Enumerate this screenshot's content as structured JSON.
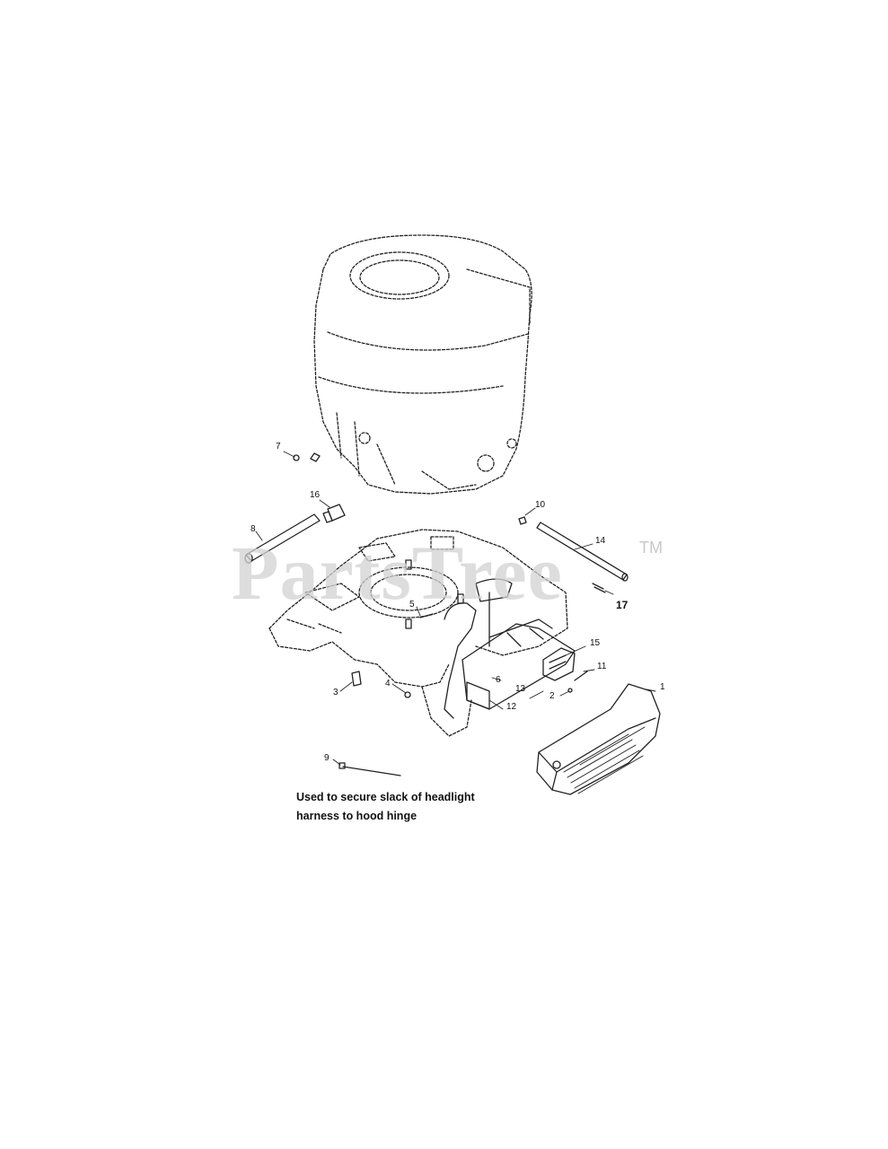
{
  "watermark": {
    "brand": "PartsTree",
    "trademark": "TM"
  },
  "callouts": [
    {
      "id": "c1",
      "label": "1"
    },
    {
      "id": "c2",
      "label": "2"
    },
    {
      "id": "c3",
      "label": "3"
    },
    {
      "id": "c4",
      "label": "4"
    },
    {
      "id": "c5",
      "label": "5"
    },
    {
      "id": "c6",
      "label": "6"
    },
    {
      "id": "c7",
      "label": "7"
    },
    {
      "id": "c8",
      "label": "8"
    },
    {
      "id": "c9",
      "label": "9"
    },
    {
      "id": "c10",
      "label": "10"
    },
    {
      "id": "c11",
      "label": "11"
    },
    {
      "id": "c12",
      "label": "12"
    },
    {
      "id": "c13",
      "label": "13"
    },
    {
      "id": "c14",
      "label": "14"
    },
    {
      "id": "c15",
      "label": "15"
    },
    {
      "id": "c16",
      "label": "16"
    },
    {
      "id": "c17",
      "label": "17"
    }
  ],
  "note": {
    "line1": "Used to secure slack of headlight",
    "line2": "harness to hood hinge"
  }
}
